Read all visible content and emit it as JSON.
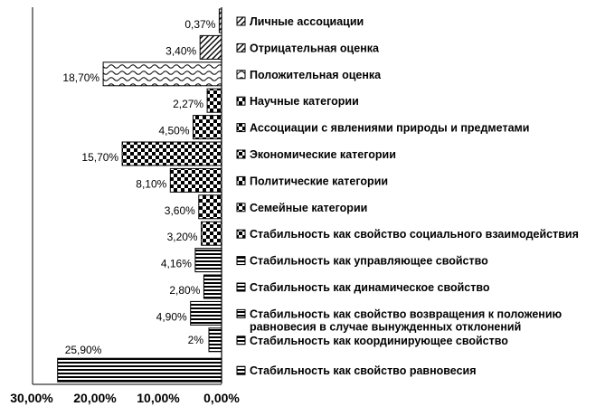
{
  "chart_data": {
    "type": "bar",
    "orientation": "horizontal",
    "reversed_x_axis": true,
    "xlim": [
      30,
      0
    ],
    "x_tick_labels": [
      "30,00%",
      "20,00%",
      "10,00%",
      "0,00%"
    ],
    "x_ticks": [
      30,
      20,
      10,
      0
    ],
    "grid": false,
    "legend_placement": "right",
    "categories": [
      "Личные ассоциации",
      "Отрицательная оценка",
      "Положительная оценка",
      "Научные категории",
      "Ассоциации с явлениями природы и предметами",
      "Экономические категории",
      "Политические категории",
      "Семейные категории",
      "Стабильность как свойство социального взаимодействия",
      "Стабильность как управляющее свойство",
      "Стабильность как динамическое свойство",
      "Стабильность как свойство возвращения к положению равновесия в случае вынужденных отклонений",
      "Стабильность как координирующее свойство",
      "Стабильность как свойство равновесия"
    ],
    "legend_lines": [
      [
        "Личные ассоциации"
      ],
      [
        "Отрицательная оценка"
      ],
      [
        "Положительная оценка"
      ],
      [
        "Научные категории"
      ],
      [
        "Ассоциации с явлениями природы и предметами"
      ],
      [
        "Экономические категории"
      ],
      [
        "Политические категории"
      ],
      [
        "Семейные категории"
      ],
      [
        "Стабильность как свойство социального взаимодействия"
      ],
      [
        "Стабильность как управляющее свойство"
      ],
      [
        "Стабильность как динамическое свойство"
      ],
      [
        "Стабильность как свойство возвращения к положению",
        "равновесия в случае вынужденных отклонений"
      ],
      [
        "Стабильность как координирующее свойство"
      ],
      [
        "Стабильность как свойство равновесия"
      ]
    ],
    "values": [
      0.37,
      3.4,
      18.7,
      2.27,
      4.5,
      15.7,
      8.1,
      3.6,
      3.2,
      4.16,
      2.8,
      4.9,
      2,
      25.9
    ],
    "value_labels": [
      "0,37%",
      "3,40%",
      "18,70%",
      "2,27%",
      "4,50%",
      "15,70%",
      "8,10%",
      "3,60%",
      "3,20%",
      "4,16%",
      "2,80%",
      "4,90%",
      "2%",
      "25,90%"
    ],
    "patterns": [
      "diag",
      "diag",
      "wave",
      "checker",
      "checker",
      "checker",
      "checker",
      "checker",
      "checker",
      "hstripe",
      "hstripe",
      "hstripe",
      "hstripe",
      "hstripe"
    ]
  }
}
